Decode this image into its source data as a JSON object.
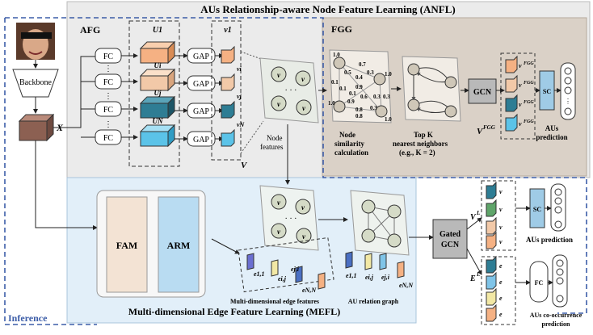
{
  "title": "AUs Relationship-aware Node Feature Learning (ANFL)",
  "sections": {
    "afg": "AFG",
    "fgg": "FGG",
    "mefl": "Multi-dimensional Edge Feature Learning (MEFL)",
    "inference": "Inference"
  },
  "backbone": {
    "label": "Backbone",
    "output": "X"
  },
  "afg": {
    "fc": "FC",
    "gap": "GAP",
    "u_labels": [
      "U1",
      "Ui",
      "Uj",
      "UN"
    ],
    "v_labels": [
      "v1",
      "vi",
      "vj",
      "vN"
    ],
    "v_set": "V",
    "node_features": [
      "Node",
      "features"
    ]
  },
  "fgg": {
    "similarity": [
      "Node",
      "similarity",
      "calculation"
    ],
    "topk": [
      "Top K",
      "nearest neighbors",
      "(e.g., K = 2)"
    ],
    "gcn": "GCN",
    "v_fgg": "V",
    "v_fgg_sup": "FGG",
    "sc": "SC",
    "prediction": [
      "AUs",
      "prediction"
    ],
    "sim_values": [
      "1.0",
      "0.7",
      "0.5",
      "0.4",
      "0.1",
      "0.3",
      "0.1",
      "0.9",
      "1.0",
      "0.1",
      "0.6",
      "0.3",
      "0.3",
      "0.9",
      "1.0",
      "0.8",
      "0.8",
      "1.0",
      "0.3"
    ]
  },
  "mefl": {
    "fam": "FAM",
    "arm": "ARM",
    "edge_features": "Multi-dimensional edge features",
    "edge_labels": [
      "e1,1",
      "ei,j",
      "ej,i",
      "eN,N"
    ],
    "relation_graph": "AU relation graph",
    "gated_gcn": [
      "Gated",
      "GCN"
    ],
    "v_l": "V",
    "e_l": "E",
    "sup_l": "L",
    "sc": "SC",
    "au_prediction": "AUs prediction",
    "fc": "FC",
    "cooccur": [
      "AUs co-occurrence",
      "prediction"
    ]
  },
  "colors": {
    "anfl_bg": "#ebebeb",
    "fgg_bg": "#dad1c7",
    "mefl_bg": "#e2eff9",
    "dashed_blue": "#3c5da8",
    "node_orange": "#f5b183",
    "node_peach": "#f2c9a8",
    "node_teal": "#2e7d94",
    "node_cyan": "#5bc3e8",
    "fam": "#f3e3d4",
    "arm": "#b9dcf2",
    "gcn_gray": "#b9b9b9",
    "sc_blue": "#9fcbe6"
  }
}
